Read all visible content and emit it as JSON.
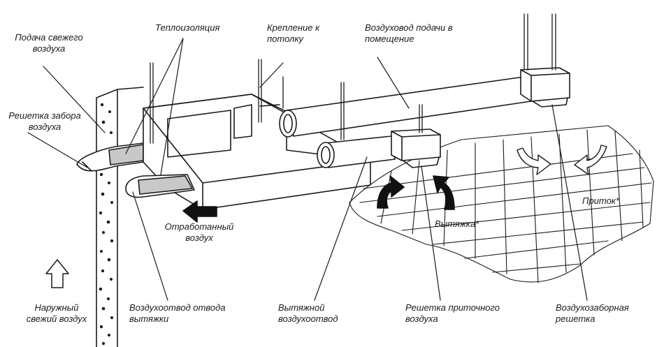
{
  "labels": {
    "fresh_air_supply": [
      "Подача свежего",
      "воздуха"
    ],
    "insulation": [
      "Теплоизоляция"
    ],
    "ceiling_mount": [
      "Крепление к",
      "потолку"
    ],
    "supply_duct": [
      "Воздуховод подачи в",
      "помещение"
    ],
    "intake_grille": [
      "Решетка забора",
      "воздуха"
    ],
    "exhaust_air": [
      "Отработанный",
      "воздух"
    ],
    "extract": [
      "Вытяжка*"
    ],
    "supply": [
      "Приток*"
    ],
    "outdoor_air": [
      "Наружный",
      "свежий воздух"
    ],
    "exhaust_outlet": [
      "Воздухоотвод отвода",
      "вытяжки"
    ],
    "extract_duct": [
      "Вытяжной",
      "воздухоотвод"
    ],
    "supply_grille": [
      "Решетка приточного",
      "воздуха"
    ],
    "return_grille": [
      "Воздухозаборная",
      "решетка"
    ]
  },
  "colors": {
    "line": "#1a1a1a",
    "insulation_fill": "#c8c8c8",
    "arrow_fill": "#111111"
  }
}
